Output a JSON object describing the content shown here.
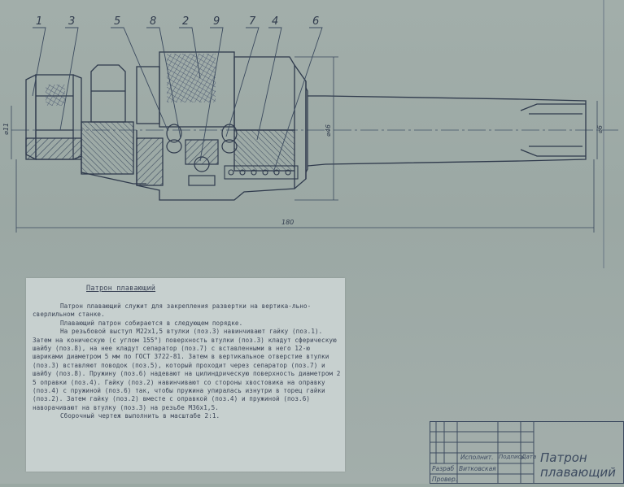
{
  "drawing": {
    "position_labels": [
      "1",
      "3",
      "5",
      "8",
      "2",
      "9",
      "7",
      "4",
      "6"
    ],
    "dimensions": {
      "left_diameter": "⌀11",
      "body_diameter": "⌀46",
      "shank_diameter": "⌀6",
      "overall_length": "180"
    }
  },
  "description": {
    "title": "Патрон плавающий",
    "paragraphs": [
      "Патрон плавающий служит для закрепления развертки на вертика-льно-сверлильном станке.",
      "Плавающий патрон собирается в следующем порядке.",
      "На резьбовой выступ М22х1,5 втулки (поз.3) навинчивают гайку (поз.1). Затем на коническую (с углом 155°) поверхность втулки (поз.3) кладут сферическую шайбу (поз.8), на нее кладут сепаратор (поз.7) с вставленными в него 12-ю шариками диаметром 5 мм по ГОСТ 3722-81. Затем в вертикальное отверстие втулки (поз.3) вставляют поводок (поз.5), который проходит через сепаратор (поз.7) и шайбу (поз.8). Пружину (поз.6) надевают на цилиндрическую поверхность диаметром 2 5 оправки (поз.4). Гайку (поз.2) навинчивают со стороны хвостовика на оправку (поз.4) с пружиной (поз.6) так, чтобы пружина упиралась изнутри в торец гайки (поз.2). Затем гайку (поз.2) вместе с оправкой (поз.4) и пружиной (поз.6) наворачивают на втулку (поз.3) на резьбе М36х1,5.",
      "Сборочный чертеж выполнить в масштабе 2:1."
    ]
  },
  "title_block": {
    "col_executor": "Исполнит.",
    "col_signature": "Подпись",
    "col_date": "Дата",
    "row_developed": "Разраб",
    "developer_name": "Витковская",
    "row_checked": "Провер.",
    "drawing_title": "Патрон плавающий"
  }
}
